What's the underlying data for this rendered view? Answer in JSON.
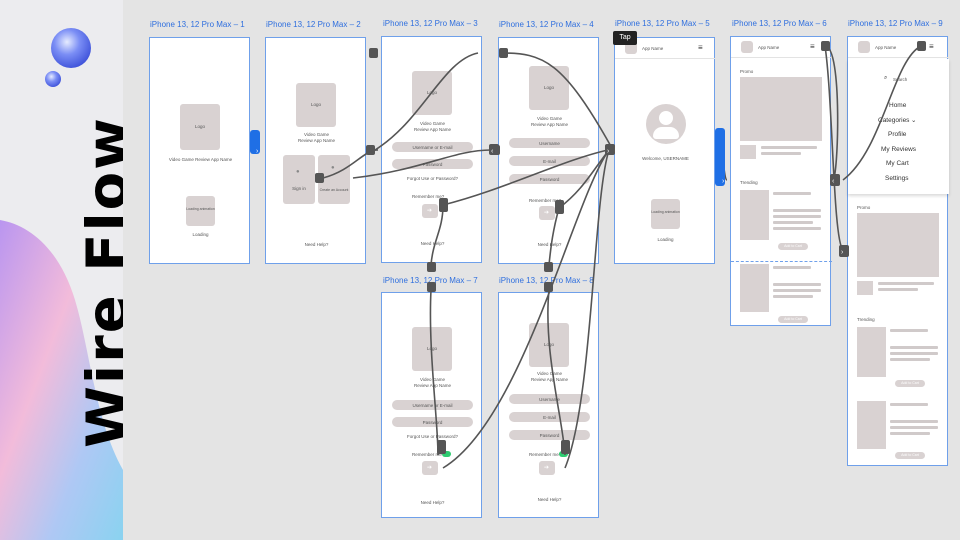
{
  "title": "Wire Flow",
  "tap_label": "Tap",
  "frames": [
    {
      "label": "iPhone 13, 12 Pro Max – 1"
    },
    {
      "label": "iPhone 13, 12 Pro Max – 2"
    },
    {
      "label": "iPhone 13, 12 Pro Max – 3"
    },
    {
      "label": "iPhone 13, 12 Pro Max – 4"
    },
    {
      "label": "iPhone 13, 12 Pro Max – 5"
    },
    {
      "label": "iPhone 13, 12 Pro Max – 6"
    },
    {
      "label": "iPhone 13, 12 Pro Max – 9"
    },
    {
      "label": "iPhone 13, 12 Pro Max – 7"
    },
    {
      "label": "iPhone 13, 12 Pro Max – 8"
    }
  ],
  "screens": {
    "logo": "Logo",
    "app_name_short": "Video Game Review App Name",
    "app_name_line1": "Video Game",
    "app_name_line2": "Review App Name",
    "loading": "Loading",
    "loading_anim": "Loading animation",
    "sign_in": "Sign in",
    "create_account": "Create an Account",
    "need_help": "Need Help?",
    "username_email": "Username or E-mail",
    "username": "Username",
    "email": "E-mail",
    "password": "Password",
    "forgot": "Forgot Use or Password?",
    "remember": "Remember me?",
    "app_header": "App Name",
    "welcome": "Welcome, USERNAME",
    "promo": "Promo",
    "trending": "Trending",
    "search": "Search",
    "add_cart": "Add to Cart"
  },
  "menu": [
    "Home",
    "Categories",
    "Profile",
    "My Reviews",
    "My Cart",
    "Settings"
  ],
  "icons": [
    "user-icon",
    "key-icon",
    "mail-icon",
    "arrow-right-icon",
    "hamburger-icon",
    "search-icon",
    "chevron-down-icon",
    "avatar-icon",
    "toggle-icon"
  ],
  "colors": {
    "frame_border": "#6fa0ea",
    "label": "#2f6fde",
    "placeholder": "#d9d2d2",
    "wire": "#555555",
    "toggle": "#2ecc71"
  }
}
